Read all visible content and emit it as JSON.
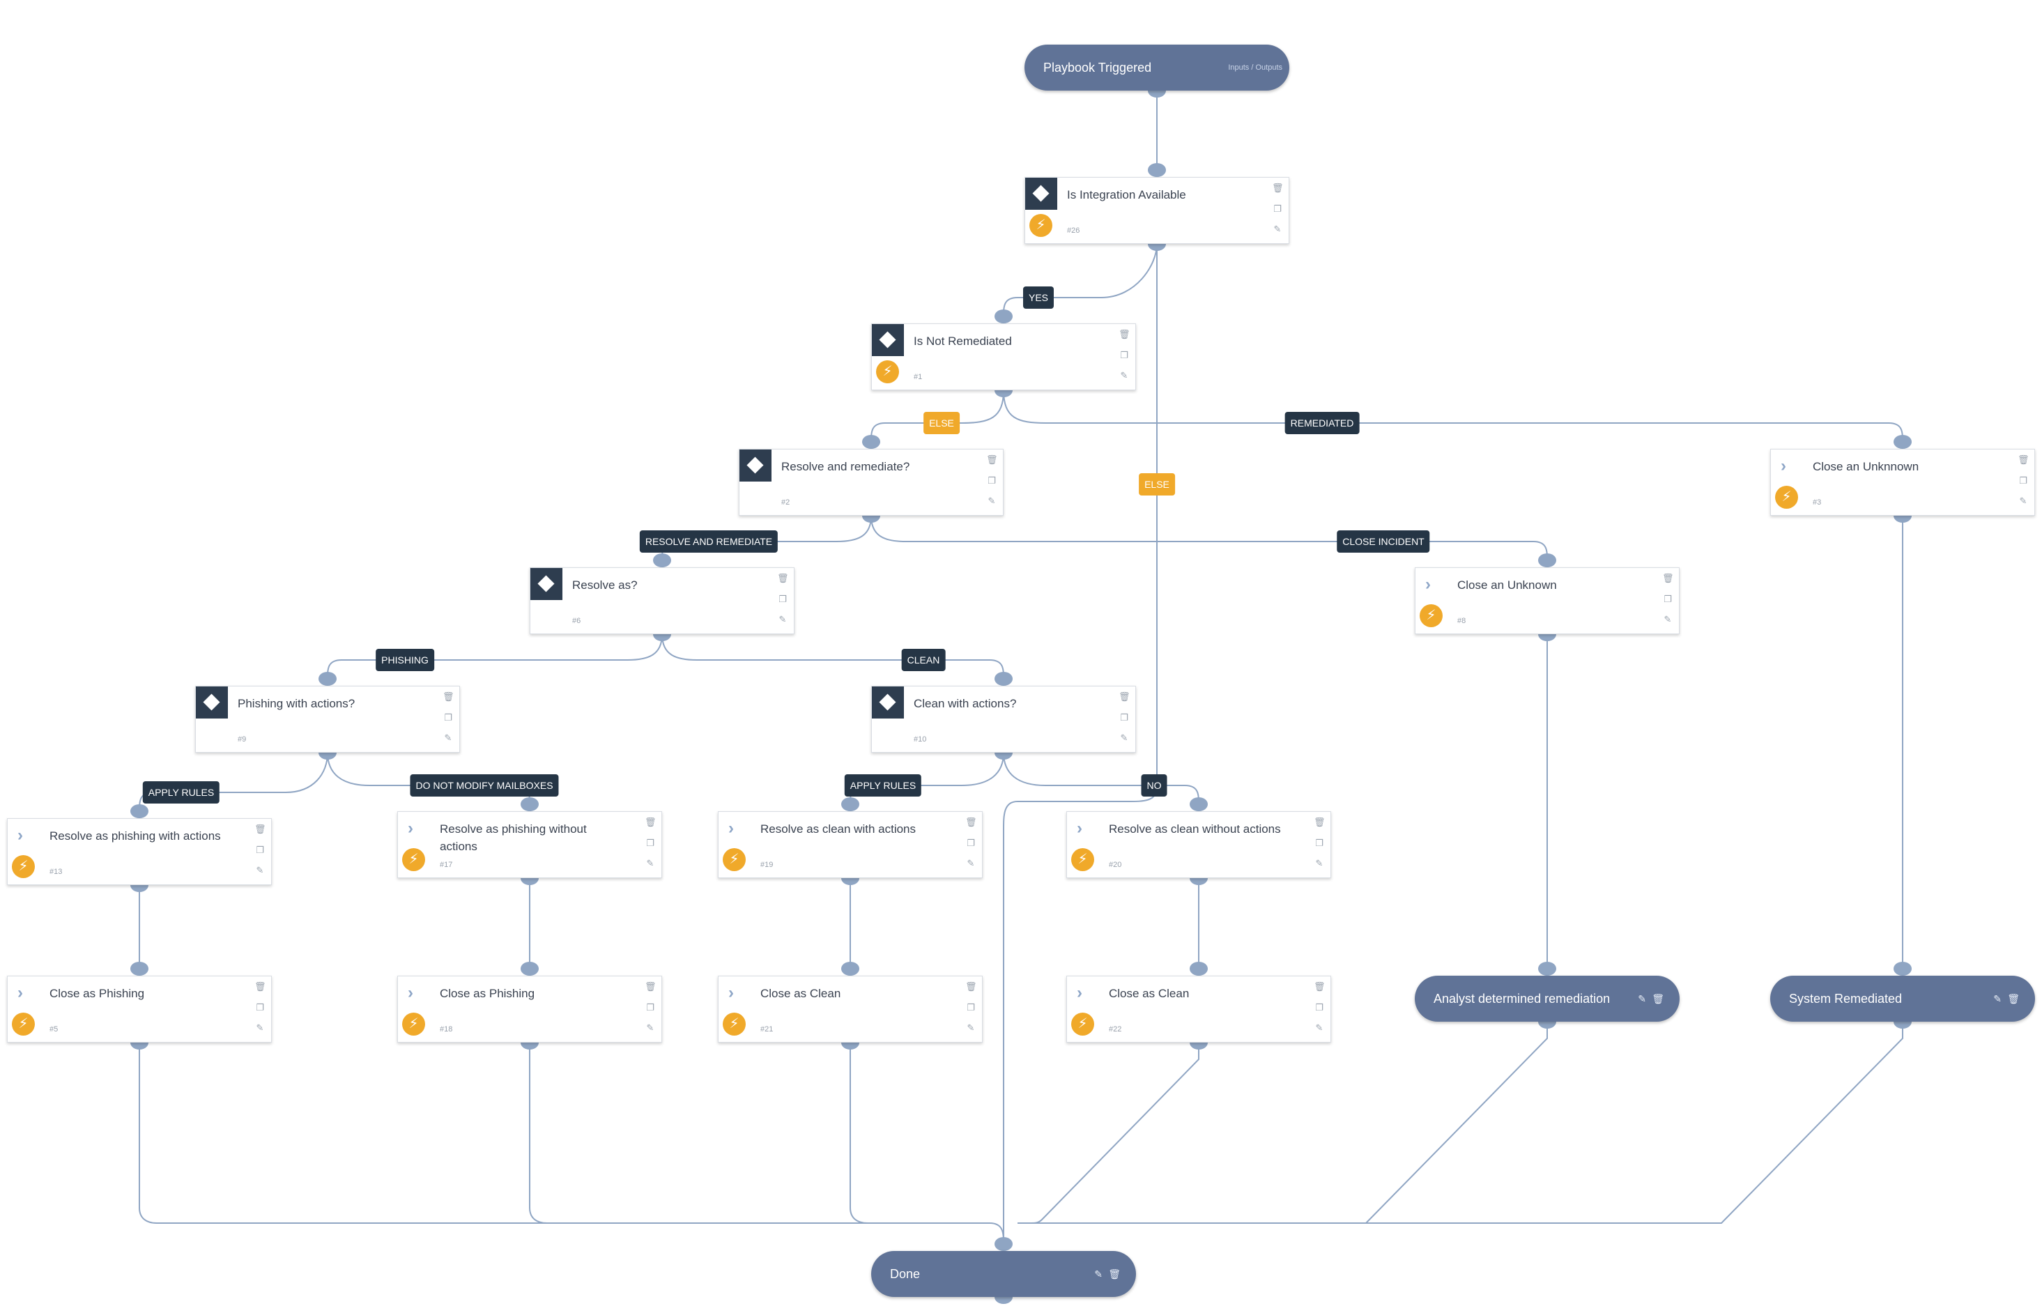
{
  "trigger": {
    "title": "Playbook Triggered",
    "extra": "Inputs / Outputs"
  },
  "tasks": [
    {
      "id": "t26",
      "type": "condition",
      "name": "Is Integration Available",
      "num": "#26",
      "automated": true
    },
    {
      "id": "t1",
      "type": "condition",
      "name": "Is Not Remediated",
      "num": "#1",
      "automated": true
    },
    {
      "id": "t2",
      "type": "condition",
      "name": "Resolve and remediate?",
      "num": "#2",
      "automated": false
    },
    {
      "id": "t3",
      "type": "action",
      "name": "Close an Unknnown",
      "num": "#3",
      "automated": true
    },
    {
      "id": "t6",
      "type": "condition",
      "name": "Resolve as?",
      "num": "#6",
      "automated": false
    },
    {
      "id": "t8",
      "type": "action",
      "name": "Close an Unknown",
      "num": "#8",
      "automated": true
    },
    {
      "id": "t9",
      "type": "condition",
      "name": "Phishing with actions?",
      "num": "#9",
      "automated": false
    },
    {
      "id": "t10",
      "type": "condition",
      "name": "Clean with actions?",
      "num": "#10",
      "automated": false
    },
    {
      "id": "t13",
      "type": "action",
      "name": "Resolve as phishing with actions",
      "num": "#13",
      "automated": true
    },
    {
      "id": "t17",
      "type": "action",
      "name": "Resolve as phishing without actions",
      "num": "#17",
      "automated": true
    },
    {
      "id": "t19",
      "type": "action",
      "name": "Resolve as clean with actions",
      "num": "#19",
      "automated": true
    },
    {
      "id": "t20",
      "type": "action",
      "name": "Resolve as clean without actions",
      "num": "#20",
      "automated": true
    },
    {
      "id": "t5",
      "type": "action",
      "name": "Close as Phishing",
      "num": "#5",
      "automated": true
    },
    {
      "id": "t18",
      "type": "action",
      "name": "Close as Phishing",
      "num": "#18",
      "automated": true
    },
    {
      "id": "t21",
      "type": "action",
      "name": "Close as Clean",
      "num": "#21",
      "automated": true
    },
    {
      "id": "t22",
      "type": "action",
      "name": "Close as Clean",
      "num": "#22",
      "automated": true
    }
  ],
  "terminals": [
    {
      "id": "analyst",
      "title": "Analyst determined remediation"
    },
    {
      "id": "system",
      "title": "System Remediated"
    },
    {
      "id": "done",
      "title": "Done"
    }
  ],
  "labels": [
    {
      "id": "yes",
      "text": "YES",
      "style": "dark"
    },
    {
      "id": "else1",
      "text": "ELSE",
      "style": "orange"
    },
    {
      "id": "remediated",
      "text": "REMEDIATED",
      "style": "dark"
    },
    {
      "id": "else26",
      "text": "ELSE",
      "style": "orange"
    },
    {
      "id": "resolve_remediate",
      "text": "RESOLVE AND REMEDIATE",
      "style": "dark"
    },
    {
      "id": "close_incident",
      "text": "CLOSE INCIDENT",
      "style": "dark"
    },
    {
      "id": "phishing",
      "text": "PHISHING",
      "style": "dark"
    },
    {
      "id": "clean",
      "text": "CLEAN",
      "style": "dark"
    },
    {
      "id": "apply_rules_9",
      "text": "APPLY RULES",
      "style": "dark"
    },
    {
      "id": "dont_modify",
      "text": "DO NOT MODIFY MAILBOXES",
      "style": "dark"
    },
    {
      "id": "apply_rules_10",
      "text": "APPLY RULES",
      "style": "dark"
    },
    {
      "id": "no",
      "text": "NO",
      "style": "dark"
    }
  ],
  "colors": {
    "wire": "#8fa5c3",
    "node_dark": "#2e3d4f",
    "pill": "#607397",
    "automation": "#f0a92a"
  },
  "icons": {
    "condition": "diamond-icon",
    "action": "chevron-icon",
    "automation": "lightning-icon",
    "delete": "trash-icon",
    "copy": "copy-icon",
    "edit": "edit-icon"
  }
}
